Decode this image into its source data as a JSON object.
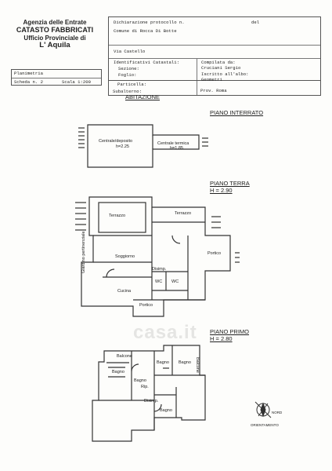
{
  "office": {
    "line1": "Agenzia delle Entrate",
    "line2": "CATASTO FABBRICATI",
    "line3": "Ufficio Provinciale di",
    "line4": "L' Aquila"
  },
  "declaration": {
    "label": "Dichiarazione protocollo n.",
    "del": "del",
    "comune": "Comune di Rocca Di Botte",
    "via": "Via Castello"
  },
  "identificativi": {
    "title": "Identificativi Catastali:",
    "sezione": "Sezione:",
    "foglio": "Foglio:",
    "particella": "Particella:",
    "subalterno": "Subalterno:"
  },
  "compilata": {
    "label": "Compilata da:",
    "name": "Cruciani Sergio",
    "iscritto": "Iscritto all'albo:",
    "albo": "Geometri",
    "prov": "Prov. Roma"
  },
  "planimetria": {
    "title": "Planimetria",
    "scheda": "Scheda n. 2",
    "scala": "Scala 1:200"
  },
  "headings": {
    "abitazione": "ABITAZIONE",
    "interrato": "PIANO INTERRATO",
    "terra": "PIANO TERRA",
    "terra_h": "H = 2.90",
    "primo": "PIANO PRIMO",
    "primo_h": "H = 2.80"
  },
  "rooms": {
    "centrale_deposito": "Centrale/deposito",
    "h225": "h=2.25",
    "centrale_termica": "Centrale termica",
    "h185": "h=1.85",
    "terrazzo1": "Terrazzo",
    "terrazzo2": "Terrazzo",
    "porticoR": "Portico",
    "giardino": "Giardino pertinenziale",
    "soggiorno": "Soggiorno",
    "disimp1": "Disimp.",
    "wc1": "WC",
    "wc2": "WC",
    "cucina": "Cucina",
    "portico": "Portico",
    "balcone1": "Balcone",
    "balcone2": "Balcone",
    "bagno1": "Bagno",
    "bagno2": "Bagno",
    "bagno3": "Bagno",
    "bagno4": "Bagno",
    "rip": "Rip.",
    "disimp2": "Disimp.",
    "bagno5": "Bagno"
  },
  "compass": {
    "n": "NORD",
    "caption": "ORIENTAMENTO"
  },
  "watermark": "casa.it"
}
